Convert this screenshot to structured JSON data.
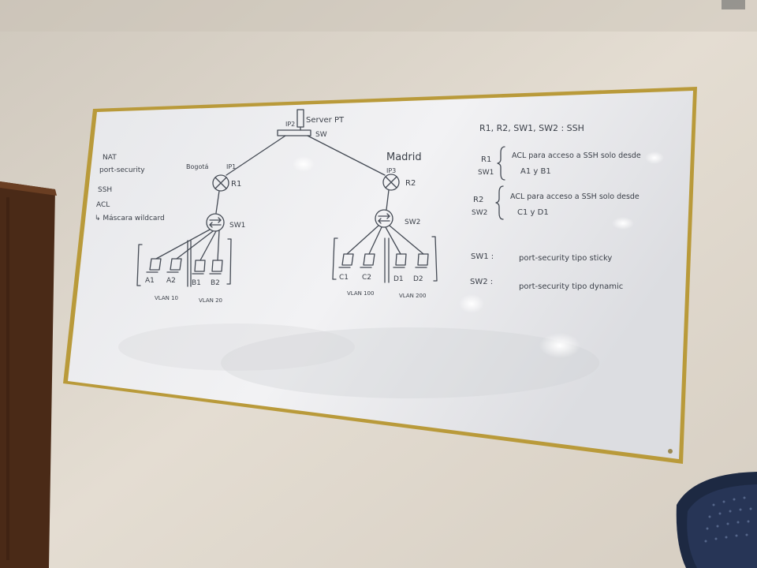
{
  "board": {
    "notes_left": {
      "nat": "NAT",
      "port_security": "port-security",
      "ssh": "SSH",
      "acl": "ACL",
      "acl_sub": "↳ Máscara wildcard"
    },
    "topology": {
      "server_label": "Server PT",
      "server_ip": "IP2",
      "switch_top": "SW",
      "site_left": "Bogotá",
      "site_right": "Madrid",
      "r1_ip": "IP1",
      "r2_ip": "IP3",
      "r1": "R1",
      "r2": "R2",
      "sw1": "SW1",
      "sw2": "SW2",
      "pcs_left": [
        "A1",
        "A2",
        "B1",
        "B2"
      ],
      "pcs_right": [
        "C1",
        "C2",
        "D1",
        "D2"
      ],
      "vlan10": "VLAN 10",
      "vlan20": "VLAN 20",
      "vlan100": "VLAN 100",
      "vlan200": "VLAN 200"
    },
    "notes_right": {
      "line1": "R1, R2, SW1, SW2 :   SSH",
      "r1": "R1",
      "sw1": "SW1",
      "acl1_a": "ACL para acceso a SSH  solo desde",
      "acl1_b": "A1 y B1",
      "r2": "R2",
      "sw2": "SW2",
      "acl2_a": "ACL para acceso a SSH  solo desde",
      "acl2_b": "C1 y D1",
      "ps1_dev": "SW1 :",
      "ps1_txt": "port-security   tipo sticky",
      "ps2_dev": "SW2 :",
      "ps2_txt": "port-security   tipo dynamic"
    }
  },
  "colors": {
    "wall": "#d9d2c6",
    "board": "#eeeef0",
    "frame": "#b99a3a",
    "ink": "#3a3f48",
    "cabinet": "#4a2a17",
    "chair": "#1d2942"
  }
}
